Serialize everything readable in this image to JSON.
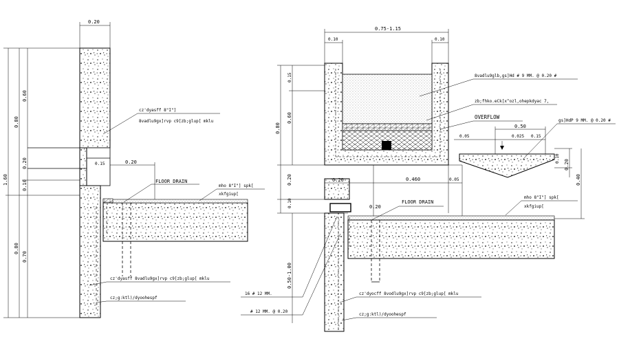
{
  "left_section": {
    "wall_width": "0.20",
    "dim_total_left": "1.60",
    "dim_upper": "0.80",
    "dim_upper_part": "0.60",
    "dim_opening": "0.20",
    "dim_slab": "0.10",
    "dim_lower": "0.80",
    "dim_lower_part": "0.70",
    "dim_small": "0.15",
    "dim_ledge": "0.20",
    "label_wall_1": "cz'dyasff 8\"I\"]",
    "label_wall_2": "8vadlu9gx]rvp c9[zb;glup[ mklu",
    "label_floor_drain": "FLOOR DRAIN",
    "label_slab_1": "mho 8\"I\"] spk[",
    "label_slab_2": "xkfgiup[",
    "label_bottom_1": "cz'dyasff 8vadlu9gx]rvp c9[zb;glup[ mklu",
    "label_bottom_2": "cz;g:ktl)/dyoohespf"
  },
  "right_section": {
    "tank_width": "0.75-1.15",
    "tank_wall_left": "0.10",
    "tank_wall_right": "0.10",
    "dim_total_left": "0.80",
    "dim_part1": "0.15",
    "dim_part2": "0.60",
    "dim_gap": "0.20",
    "dim_slab": "0.10",
    "dim_pipe": "0.50-1.00",
    "label_rebar": "8vadlu9glb,gs]Hd # 9 MM. @ 0.20 #",
    "label_sand": "zb;fhko.eCk[x^ozl,ohepkdyac 7,",
    "label_overflow": "OVERFLOW",
    "dim_050": "0.50",
    "dim_005": "0.05",
    "dim_0025": "0.025",
    "dim_0015": "0.15",
    "label_rebar2": "gs]HdP 9 MM. @ 0.20 #",
    "dim_010b": "0.10",
    "dim_020b": "0.20",
    "dim_040": "0.40",
    "dim_020c": "0.20",
    "dim_0460": "0.460",
    "dim_005b": "0.05",
    "dim_020d": "0.20",
    "label_floor_drain": "FLOOR DRAIN",
    "label_slab_1": "mho 8\"I\"] spk[",
    "label_slab_2": "xkfgiup[",
    "label_bar_1": "16  # 12 MM.",
    "label_bar_2": "# 12 MM. @ 0.20",
    "label_bottom_1": "cz'dyocff 8vodlu9gx]rvp c9[zb;glup[ mklu",
    "label_bottom_2": "cz;g:ktl)/dyoohespf"
  }
}
